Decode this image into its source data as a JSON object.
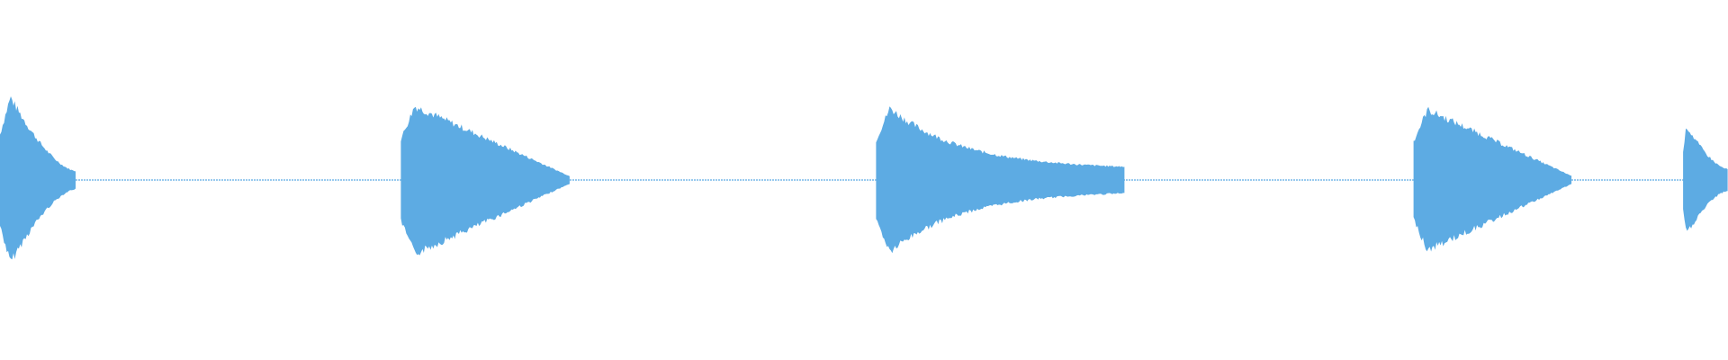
{
  "waveform": {
    "color": "#5dabe3",
    "background": "#ffffff",
    "segments": [
      {
        "name": "segment-1",
        "start": 0.0,
        "end": 0.044,
        "peak": 0.46,
        "attack": 0.006,
        "decay": "fast-tail",
        "sustain_to": 0.05
      },
      {
        "name": "segment-2",
        "start": 0.232,
        "end": 0.33,
        "peak": 0.41,
        "attack": 0.008,
        "decay": "linear",
        "sustain_to": 0.02
      },
      {
        "name": "segment-3",
        "start": 0.507,
        "end": 0.651,
        "peak": 0.4,
        "attack": 0.008,
        "decay": "exp",
        "sustain_to": 0.06
      },
      {
        "name": "segment-4",
        "start": 0.818,
        "end": 0.91,
        "peak": 0.39,
        "attack": 0.008,
        "decay": "linear",
        "sustain_to": 0.02
      },
      {
        "name": "segment-5",
        "start": 0.974,
        "end": 1.0,
        "peak": 0.3,
        "attack": 0.002,
        "decay": "fast-tail",
        "sustain_to": 0.06
      }
    ],
    "silence_level": 0.003
  }
}
